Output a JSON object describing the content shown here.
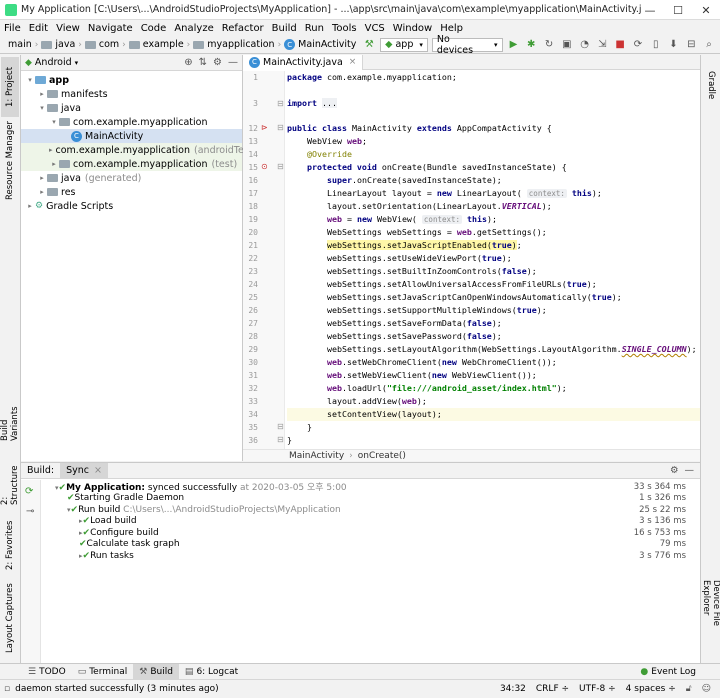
{
  "window": {
    "title": "My Application [C:\\Users\\...\\AndroidStudioProjects\\MyApplication] - ...\\app\\src\\main\\java\\com\\example\\myapplication\\MainActivity.java [app] - Android S...",
    "minimize": "—",
    "maximize": "☐",
    "close": "✕"
  },
  "menu": [
    "File",
    "Edit",
    "View",
    "Navigate",
    "Code",
    "Analyze",
    "Refactor",
    "Build",
    "Run",
    "Tools",
    "VCS",
    "Window",
    "Help"
  ],
  "nav": {
    "crumbs": [
      "main",
      "java",
      "com",
      "example",
      "myapplication",
      "MainActivity"
    ],
    "config": "app",
    "device": "No devices"
  },
  "left_tabs": [
    "1: Project",
    "Resource Manager",
    "Build Variants",
    "2: Structure",
    "2: Favorites",
    "Layout Captures"
  ],
  "right_tabs": [
    "Gradle",
    "Device File Explorer"
  ],
  "project": {
    "view": "Android",
    "tree": [
      {
        "label": "app",
        "extra": "",
        "indent": 0,
        "arrow": "▾",
        "icon": "folder-blue"
      },
      {
        "label": "manifests",
        "extra": "",
        "indent": 1,
        "arrow": "▸",
        "icon": "folder"
      },
      {
        "label": "java",
        "extra": "",
        "indent": 1,
        "arrow": "▾",
        "icon": "folder"
      },
      {
        "label": "com.example.myapplication",
        "extra": "",
        "indent": 2,
        "arrow": "▾",
        "icon": "folder"
      },
      {
        "label": "MainActivity",
        "extra": "",
        "indent": 3,
        "arrow": "",
        "icon": "class",
        "selected": true
      },
      {
        "label": "com.example.myapplication",
        "extra": "(androidTest)",
        "indent": 2,
        "arrow": "▸",
        "icon": "folder",
        "highlight": true
      },
      {
        "label": "com.example.myapplication",
        "extra": "(test)",
        "indent": 2,
        "arrow": "▸",
        "icon": "folder",
        "highlight": true
      },
      {
        "label": "java",
        "extra": "(generated)",
        "indent": 1,
        "arrow": "▸",
        "icon": "folder"
      },
      {
        "label": "res",
        "extra": "",
        "indent": 1,
        "arrow": "▸",
        "icon": "folder"
      },
      {
        "label": "Gradle Scripts",
        "extra": "",
        "indent": 0,
        "arrow": "▸",
        "icon": "gradle"
      }
    ]
  },
  "editor": {
    "tab": "MainActivity.java",
    "line_numbers": [
      "1",
      "3",
      "",
      "12",
      "13",
      "14",
      "15",
      "16",
      "17",
      "18",
      "19",
      "20",
      "21",
      "22",
      "23",
      "24",
      "25",
      "26",
      "27",
      "28",
      "29",
      "30",
      "31",
      "32",
      "33",
      "34",
      "35",
      "36"
    ],
    "breadcrumb": [
      "MainActivity",
      "onCreate()"
    ]
  },
  "build": {
    "tabs": [
      "Build:",
      "Sync"
    ],
    "rows": [
      {
        "indent": 0,
        "arrow": "▾",
        "name": "My Application:",
        "detail": " synced successfully",
        "gray": " at 2020-03-05 오후 5:00",
        "time": "33 s 364 ms"
      },
      {
        "indent": 1,
        "arrow": "",
        "name": "Starting Gradle Daemon",
        "detail": "",
        "gray": "",
        "time": "1 s 326 ms"
      },
      {
        "indent": 1,
        "arrow": "▾",
        "name": "Run build",
        "detail": "",
        "gray": " C:\\Users\\...\\AndroidStudioProjects\\MyApplication",
        "time": "25 s 22 ms"
      },
      {
        "indent": 2,
        "arrow": "▸",
        "name": "Load build",
        "detail": "",
        "gray": "",
        "time": "3 s 136 ms"
      },
      {
        "indent": 2,
        "arrow": "▸",
        "name": "Configure build",
        "detail": "",
        "gray": "",
        "time": "16 s 753 ms"
      },
      {
        "indent": 2,
        "arrow": "",
        "name": "Calculate task graph",
        "detail": "",
        "gray": "",
        "time": "79 ms"
      },
      {
        "indent": 2,
        "arrow": "▸",
        "name": "Run tasks",
        "detail": "",
        "gray": "",
        "time": "3 s 776 ms"
      }
    ]
  },
  "toolstrip": {
    "items": [
      "TODO",
      "Terminal",
      "Build",
      "6: Logcat"
    ],
    "event_log": "Event Log"
  },
  "status": {
    "message": "daemon started successfully (3 minutes ago)",
    "position": "34:32",
    "line_sep": "CRLF ÷",
    "encoding": "UTF-8 ÷",
    "indent": "4 spaces ÷"
  }
}
